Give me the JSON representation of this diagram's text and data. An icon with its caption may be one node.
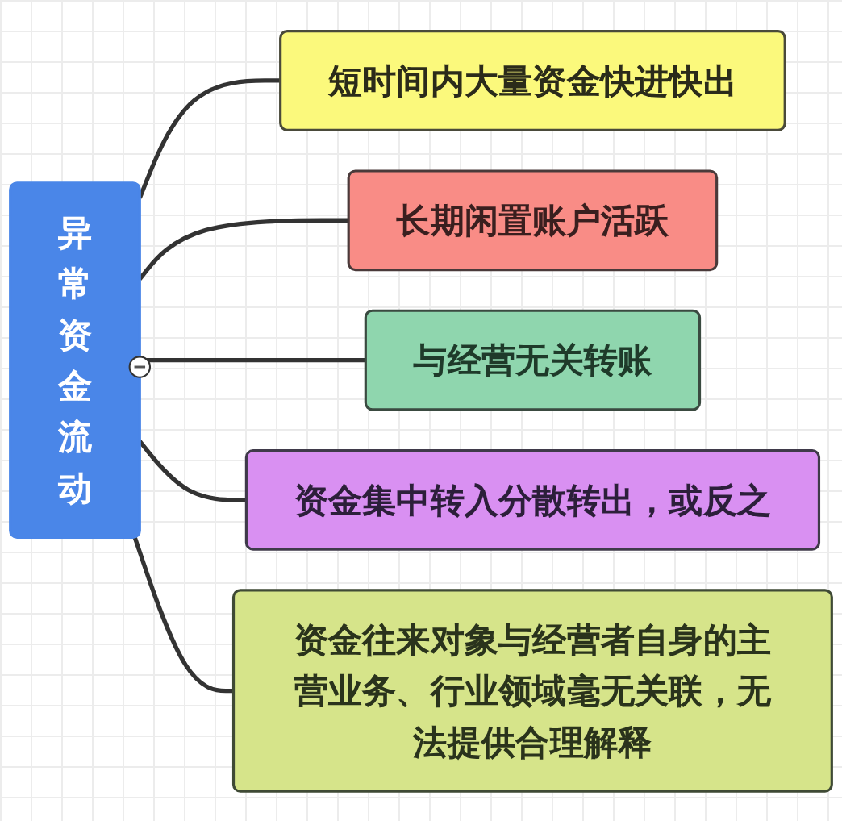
{
  "diagram": {
    "nodes": [
      {
        "text": [
          "异常资金流动"
        ]
      },
      {
        "text": [
          "短时间内大量资金快进快出"
        ]
      },
      {
        "text": [
          "长期闲置账户活跃"
        ]
      },
      {
        "text": [
          "与经营无关转账"
        ]
      },
      {
        "text": [
          "资金集中转入分散转出，或反之"
        ]
      },
      {
        "text": [
          "资金往来对象与经营者自身的主营业务、行业领域毫无关联，无法提供合理解释"
        ]
      }
    ],
    "edges": [
      {
        "from": 0,
        "to": 1,
        "arrow": "none"
      },
      {
        "from": 0,
        "to": 2,
        "arrow": "none"
      },
      {
        "from": 0,
        "to": 3,
        "arrow": "none"
      },
      {
        "from": 0,
        "to": 4,
        "arrow": "none"
      },
      {
        "from": 0,
        "to": 5,
        "arrow": "none"
      }
    ]
  }
}
